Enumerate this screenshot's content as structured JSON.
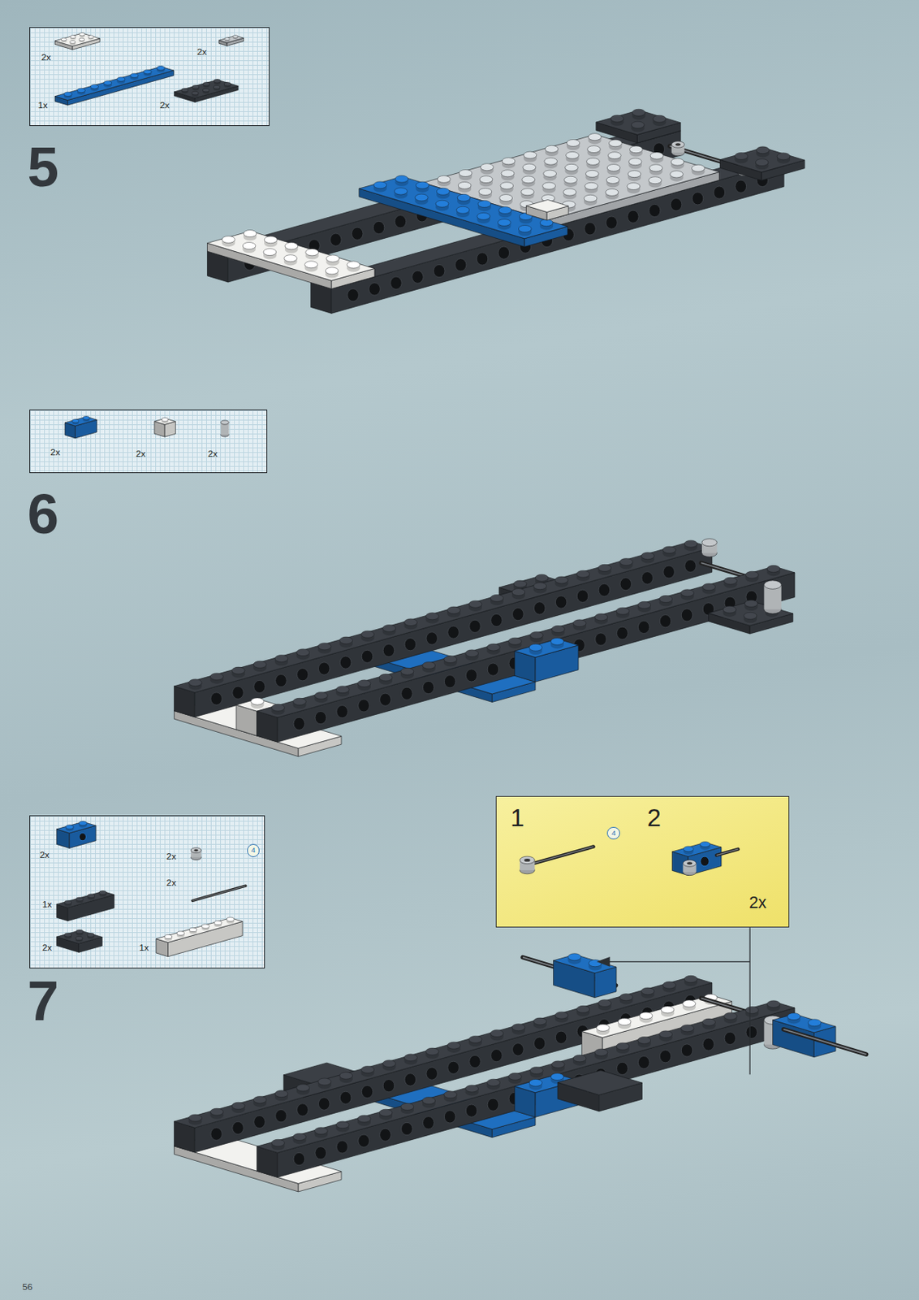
{
  "diagram": {
    "nodes": [
      {
        "text": [
          "2x",
          "2x",
          "1x",
          "2x"
        ]
      },
      {
        "text": [
          "2x",
          "2x",
          "2x"
        ]
      },
      {
        "text": [
          "2x",
          "2x",
          "4",
          "2x",
          "1x",
          "2x",
          "1x"
        ]
      },
      {
        "text": [
          "1",
          "4",
          "2",
          "2x"
        ]
      }
    ],
    "labels": [
      "5",
      "6",
      "7",
      "56"
    ]
  }
}
